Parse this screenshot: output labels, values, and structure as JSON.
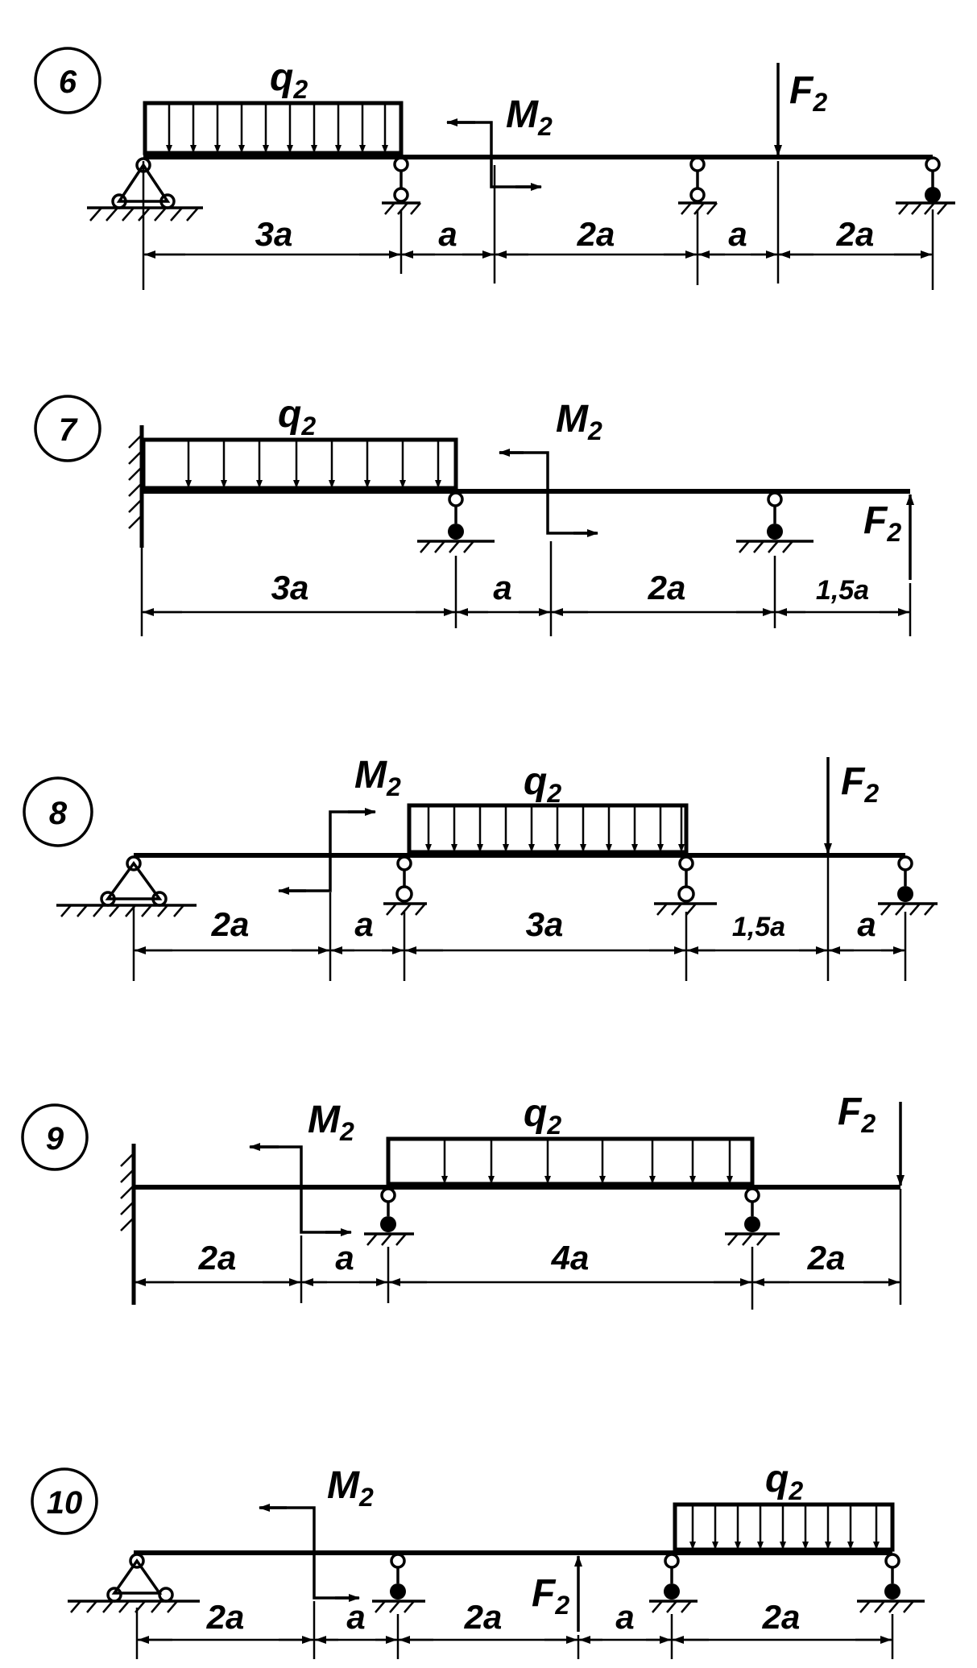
{
  "problems": [
    {
      "number": "6",
      "q": "q",
      "q_sub": "2",
      "m": "M",
      "m_sub": "2",
      "f": "F",
      "f_sub": "2",
      "dims": [
        "3a",
        "a",
        "2a",
        "a",
        "2a"
      ]
    },
    {
      "number": "7",
      "q": "q",
      "q_sub": "2",
      "m": "M",
      "m_sub": "2",
      "f": "F",
      "f_sub": "2",
      "dims": [
        "3a",
        "a",
        "2a",
        "1,5a"
      ]
    },
    {
      "number": "8",
      "q": "q",
      "q_sub": "2",
      "m": "M",
      "m_sub": "2",
      "f": "F",
      "f_sub": "2",
      "dims": [
        "2a",
        "a",
        "3a",
        "1,5a",
        "a"
      ]
    },
    {
      "number": "9",
      "q": "q",
      "q_sub": "2",
      "m": "M",
      "m_sub": "2",
      "f": "F",
      "f_sub": "2",
      "dims": [
        "2a",
        "a",
        "4a",
        "2a"
      ]
    },
    {
      "number": "10",
      "q": "q",
      "q_sub": "2",
      "m": "M",
      "m_sub": "2",
      "f": "F",
      "f_sub": "2",
      "dims": [
        "2a",
        "a",
        "2a",
        "a",
        "2a"
      ]
    }
  ],
  "colors": {
    "ink": "#000000",
    "paper": "#ffffff"
  }
}
